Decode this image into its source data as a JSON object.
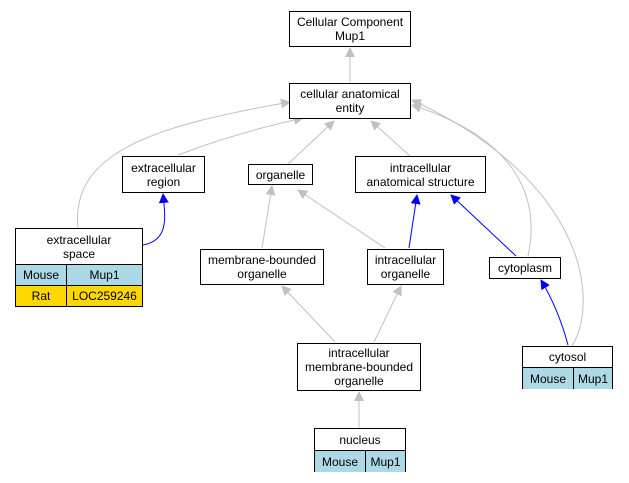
{
  "nodes": {
    "root": "Cellular Component\nMup1",
    "cae": "cellular anatomical\nentity",
    "extracellular_region": "extracellular\nregion",
    "organelle": "organelle",
    "intracellular_anatomical_structure": "intracellular\nanatomical structure",
    "extracellular_space": "extracellular\nspace",
    "membrane_bounded_organelle": "membrane-bounded\norganelle",
    "intracellular_organelle": "intracellular\norganelle",
    "cytoplasm": "cytoplasm",
    "intracellular_membrane_bounded_organelle": "intracellular\nmembrane-bounded\norganelle",
    "cytosol": "cytosol",
    "nucleus": "nucleus"
  },
  "annotations": {
    "extracellular_space": [
      {
        "species": "Mouse",
        "gene": "Mup1"
      },
      {
        "species": "Rat",
        "gene": "LOC259246"
      }
    ],
    "cytosol": [
      {
        "species": "Mouse",
        "gene": "Mup1"
      }
    ],
    "nucleus": [
      {
        "species": "Mouse",
        "gene": "Mup1"
      }
    ]
  },
  "colors": {
    "is_a_edge": "#c0c0c0",
    "part_of_edge": "#0000ff",
    "mouse_cell": "#add8e6",
    "rat_cell": "#ffd700"
  }
}
